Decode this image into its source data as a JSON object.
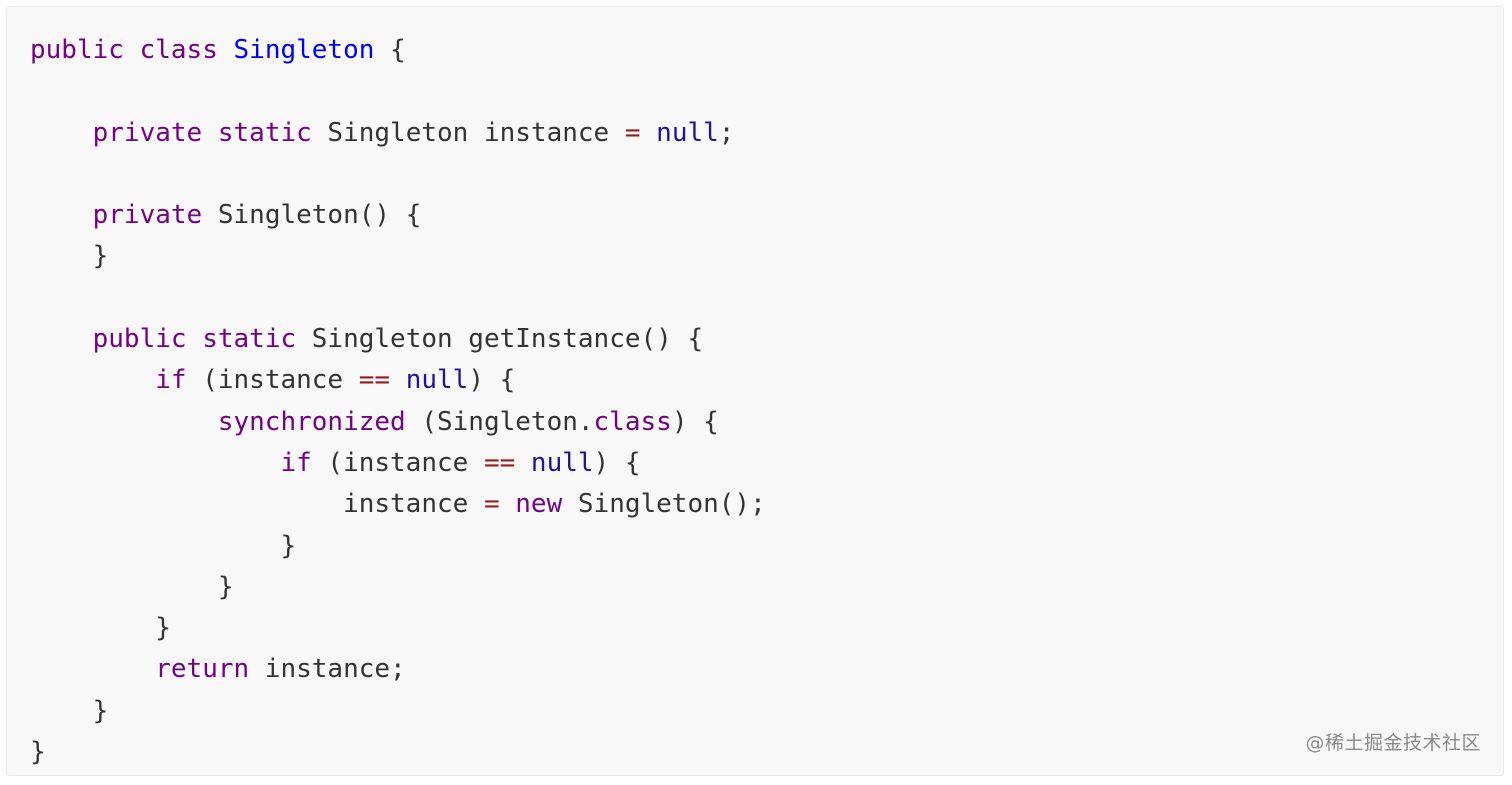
{
  "code": {
    "language": "java",
    "lines": [
      [
        {
          "t": "public",
          "c": "kw"
        },
        {
          "t": " "
        },
        {
          "t": "class",
          "c": "kw"
        },
        {
          "t": " "
        },
        {
          "t": "Singleton",
          "c": "cls"
        },
        {
          "t": " {"
        }
      ],
      [],
      [
        {
          "t": "    "
        },
        {
          "t": "private",
          "c": "kw"
        },
        {
          "t": " "
        },
        {
          "t": "static",
          "c": "kw"
        },
        {
          "t": " Singleton instance "
        },
        {
          "t": "=",
          "c": "op"
        },
        {
          "t": " "
        },
        {
          "t": "null",
          "c": "lit"
        },
        {
          "t": ";"
        }
      ],
      [],
      [
        {
          "t": "    "
        },
        {
          "t": "private",
          "c": "kw"
        },
        {
          "t": " Singleton() {"
        }
      ],
      [
        {
          "t": "    }"
        }
      ],
      [],
      [
        {
          "t": "    "
        },
        {
          "t": "public",
          "c": "kw"
        },
        {
          "t": " "
        },
        {
          "t": "static",
          "c": "kw"
        },
        {
          "t": " Singleton getInstance() {"
        }
      ],
      [
        {
          "t": "        "
        },
        {
          "t": "if",
          "c": "kw"
        },
        {
          "t": " (instance "
        },
        {
          "t": "==",
          "c": "op"
        },
        {
          "t": " "
        },
        {
          "t": "null",
          "c": "lit"
        },
        {
          "t": ") {"
        }
      ],
      [
        {
          "t": "            "
        },
        {
          "t": "synchronized",
          "c": "kw"
        },
        {
          "t": " (Singleton."
        },
        {
          "t": "class",
          "c": "kw"
        },
        {
          "t": ") {"
        }
      ],
      [
        {
          "t": "                "
        },
        {
          "t": "if",
          "c": "kw"
        },
        {
          "t": " (instance "
        },
        {
          "t": "==",
          "c": "op"
        },
        {
          "t": " "
        },
        {
          "t": "null",
          "c": "lit"
        },
        {
          "t": ") {"
        }
      ],
      [
        {
          "t": "                    instance "
        },
        {
          "t": "=",
          "c": "op"
        },
        {
          "t": " "
        },
        {
          "t": "new",
          "c": "kw"
        },
        {
          "t": " Singleton();"
        }
      ],
      [
        {
          "t": "                }"
        }
      ],
      [
        {
          "t": "            }"
        }
      ],
      [
        {
          "t": "        }"
        }
      ],
      [
        {
          "t": "        "
        },
        {
          "t": "return",
          "c": "kw"
        },
        {
          "t": " instance;"
        }
      ],
      [
        {
          "t": "    }"
        }
      ],
      [
        {
          "t": "}"
        }
      ]
    ]
  },
  "watermark": "@稀土掘金技术社区",
  "colors": {
    "keyword": "#770088",
    "class_name": "#0000ff",
    "literal": "#221199",
    "operator": "#981a1a",
    "text": "#333333",
    "background": "#f8f8f8"
  }
}
